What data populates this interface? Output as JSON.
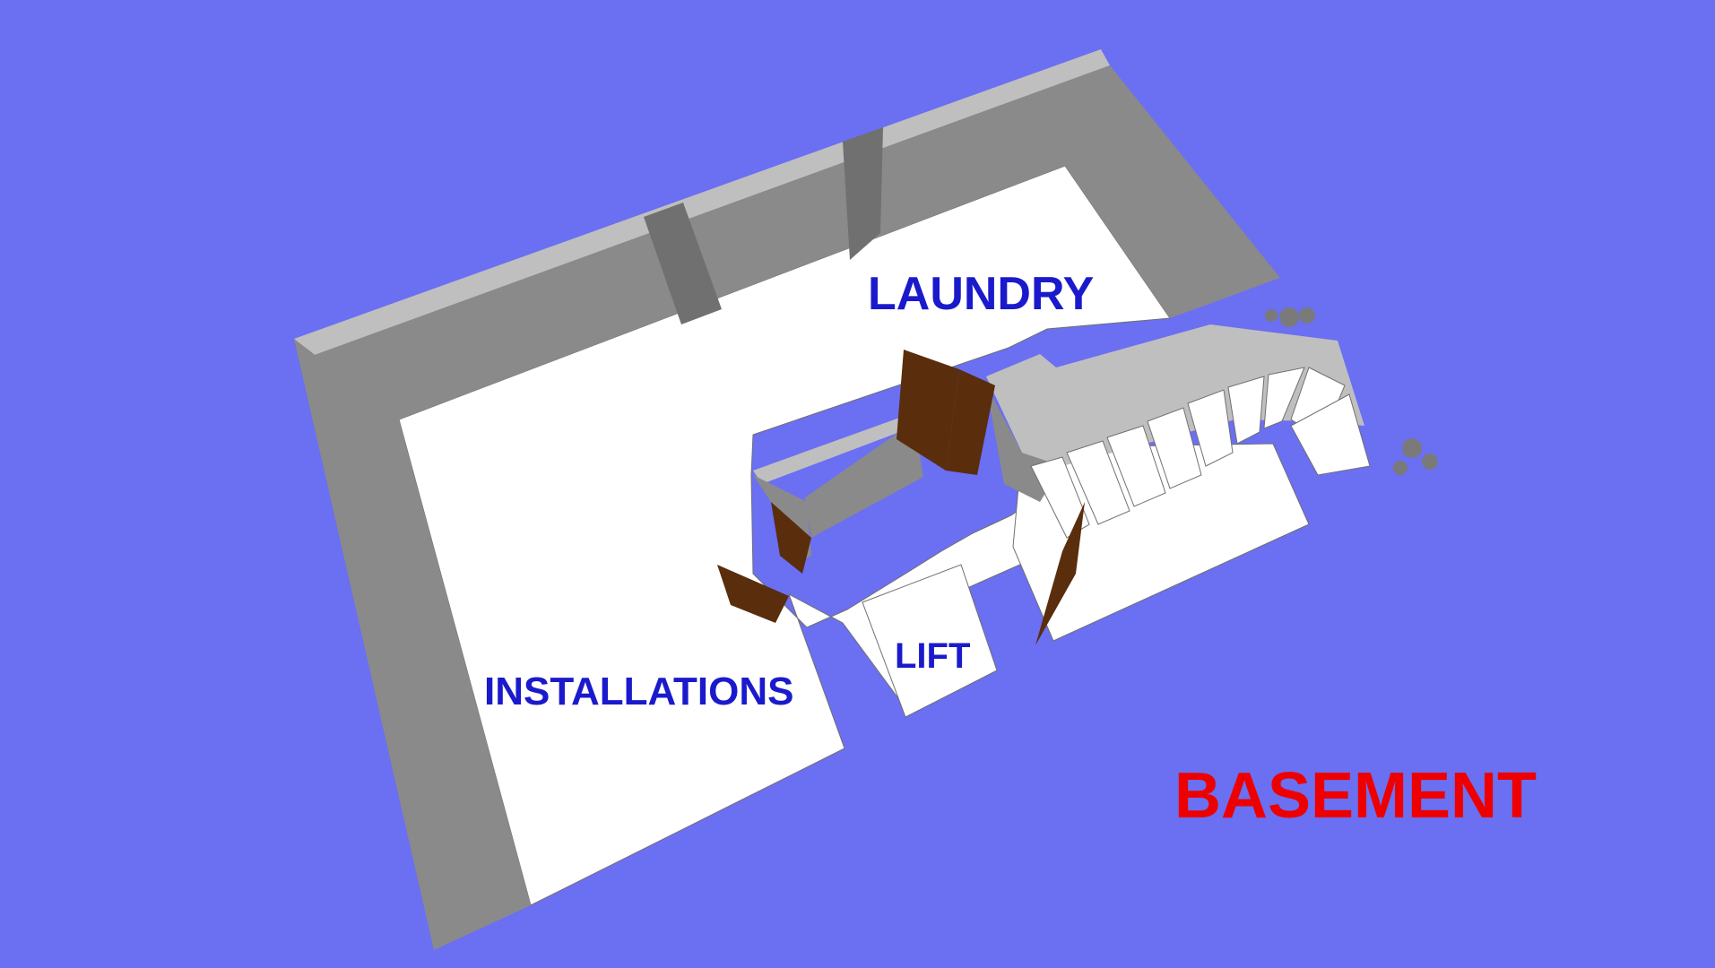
{
  "floor_plan": {
    "floor_name": "BASEMENT",
    "rooms": {
      "laundry": "LAUNDRY",
      "installations": "INSTALLATIONS",
      "lift": "LIFT"
    }
  },
  "colors": {
    "background": "#6b6ff2",
    "floor": "#ffffff",
    "wall_top": "#bfbfbf",
    "wall_face": "#8a8a8a",
    "wall_shadow": "#707070",
    "door": "#5a2d0c",
    "room_label": "#1a1acc",
    "floor_label": "#ee0000",
    "hole": "#7a7a7a"
  }
}
